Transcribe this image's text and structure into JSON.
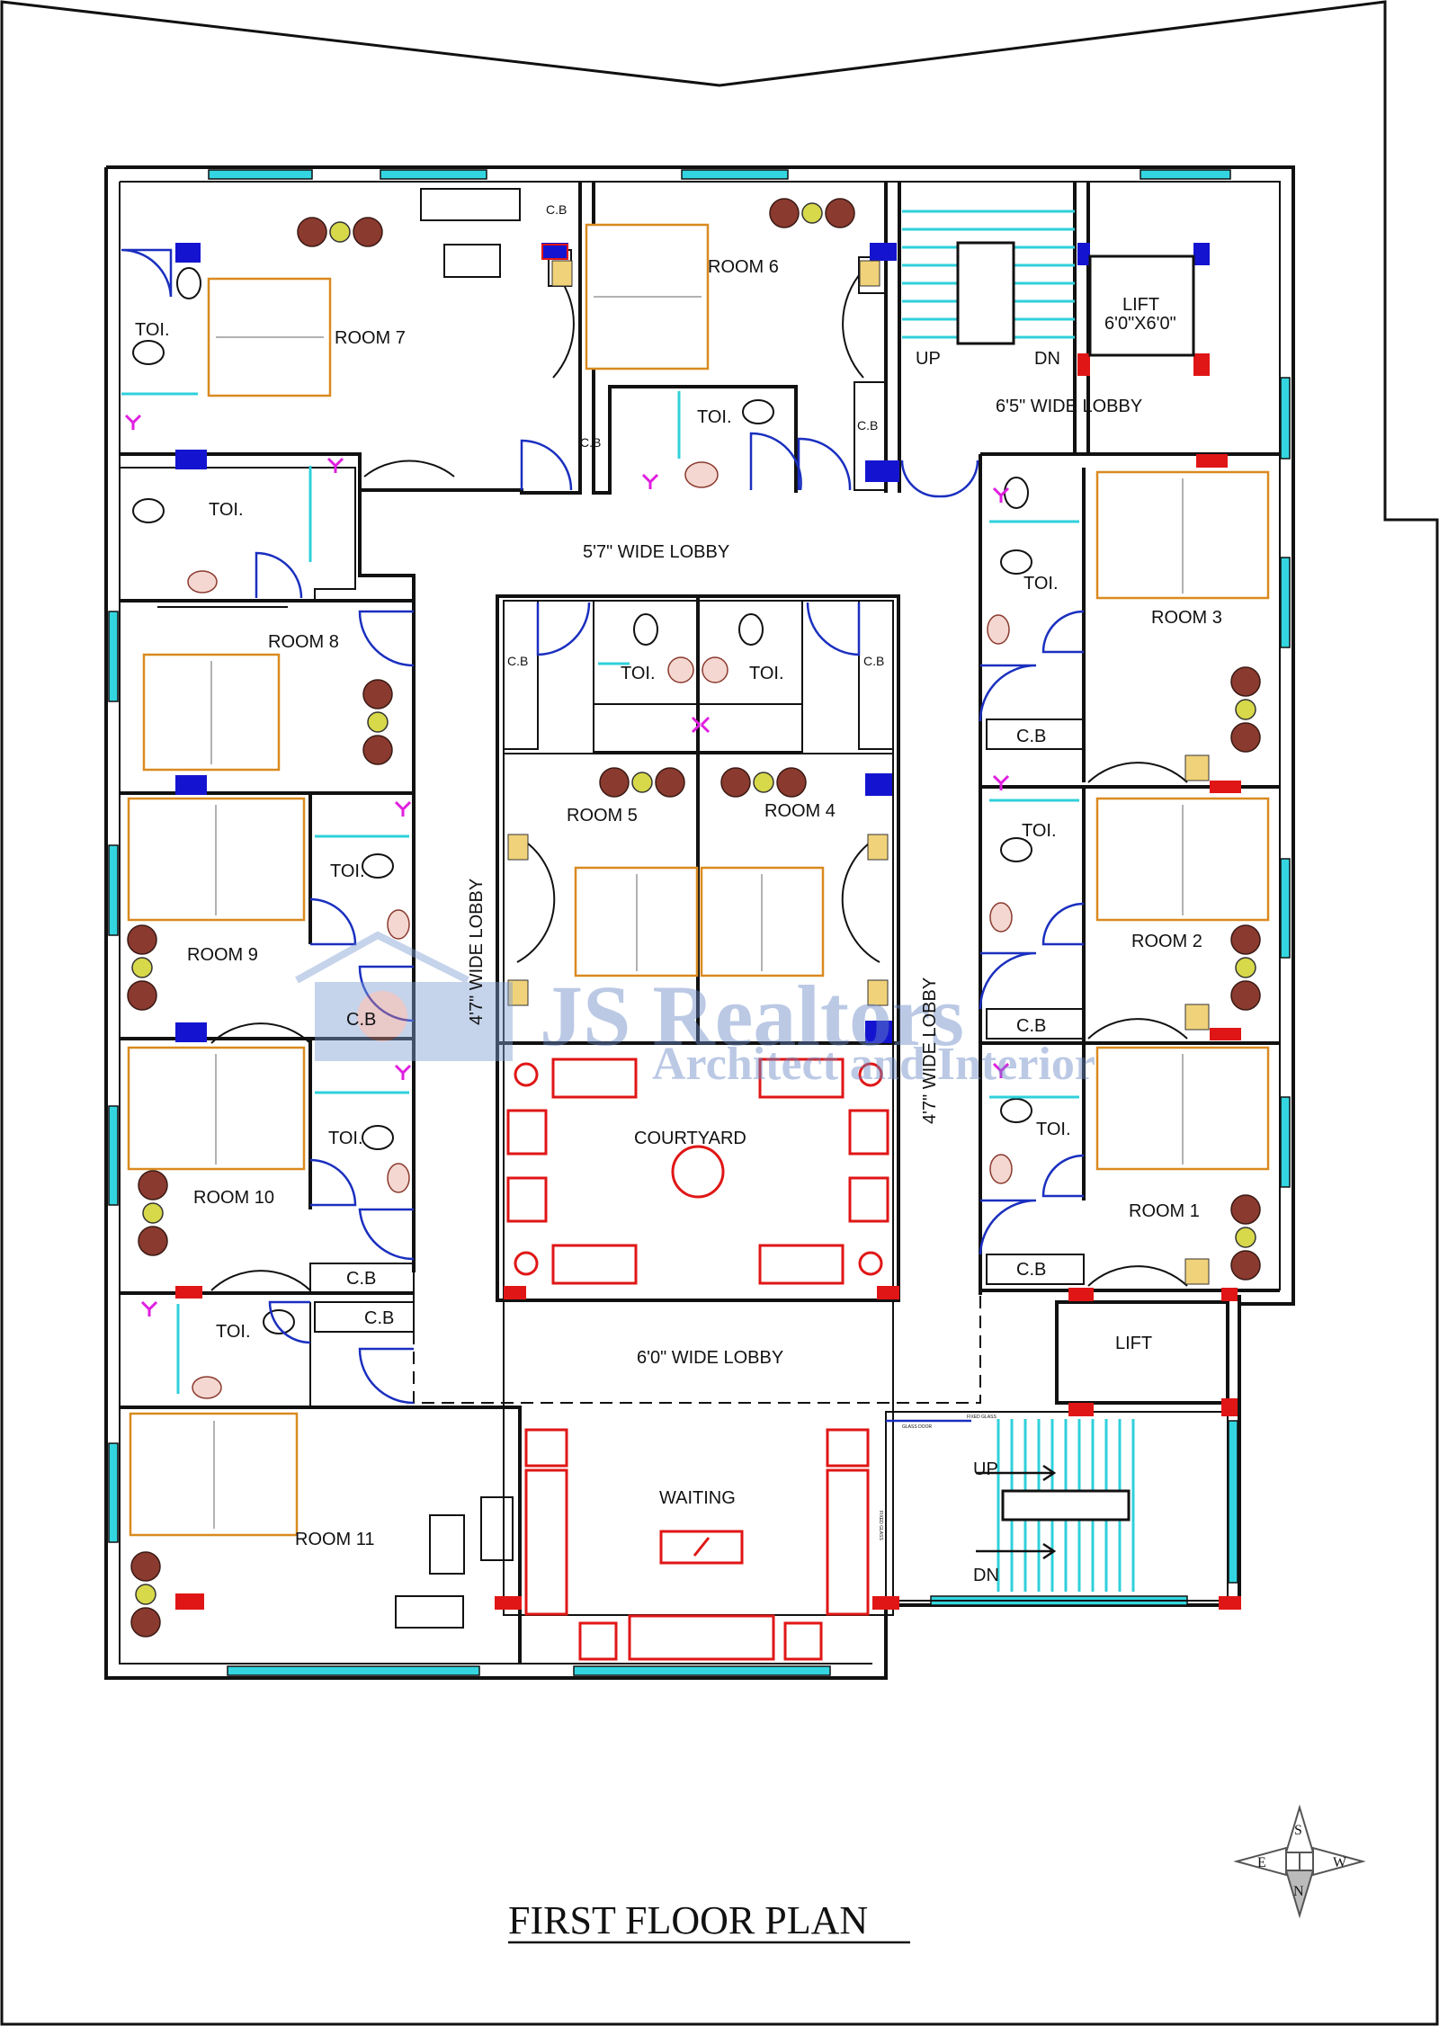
{
  "title": "FIRST FLOOR PLAN",
  "watermark": {
    "brand": "JS Realtors",
    "tagline": "Architect and Interior"
  },
  "compass": {
    "top": "S",
    "left": "E",
    "right": "W",
    "bottom": "N"
  },
  "rooms": {
    "room1": "ROOM 1",
    "room2": "ROOM 2",
    "room3": "ROOM 3",
    "room4": "ROOM 4",
    "room5": "ROOM 5",
    "room6": "ROOM 6",
    "room7": "ROOM 7",
    "room8": "ROOM 8",
    "room9": "ROOM 9",
    "room10": "ROOM 10",
    "room11": "ROOM 11"
  },
  "toilet": "TOI.",
  "cupboard": "C.B",
  "spaces": {
    "courtyard": "COURTYARD",
    "waiting": "WAITING",
    "lift": "LIFT",
    "lift_small": "LIFT",
    "lift_size": "6'0\"X6'0\"",
    "lobby_57": "5'7\" WIDE LOBBY",
    "lobby_65": "6'5\" WIDE LOBBY",
    "lobby_60": "6'0\" WIDE LOBBY",
    "lobby_47_left": "4'7\" WIDE LOBBY",
    "lobby_47_right": "4'7\" WIDE LOBBY"
  },
  "stairs": {
    "up": "UP",
    "dn": "DN"
  },
  "notes": {
    "glass_door": "GLASS DOOR",
    "fixed_glass": "FIXED GLASS"
  },
  "colors": {
    "walls": "#111111",
    "windows": "#33d6e0",
    "doors": "#1a2fbf",
    "furniture_bed": "#d98a1f",
    "furniture_lounge": "#e01616",
    "columns_blue": "#1414d0",
    "columns_red": "#e01616"
  }
}
